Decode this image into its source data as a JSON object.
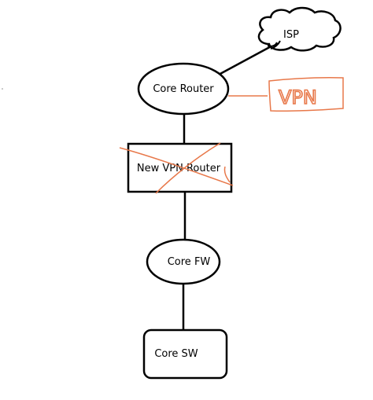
{
  "diagram": {
    "nodes": {
      "isp": {
        "label": "ISP",
        "shape": "cloud"
      },
      "core_router": {
        "label": "Core Router",
        "shape": "ellipse"
      },
      "new_vpn_router": {
        "label": "New VPN Router",
        "shape": "rectangle",
        "crossed_out": true
      },
      "core_fw": {
        "label": "Core FW",
        "shape": "ellipse"
      },
      "core_sw": {
        "label": "Core SW",
        "shape": "rounded-rectangle"
      }
    },
    "links": [
      {
        "from": "core_router",
        "to": "isp"
      },
      {
        "from": "core_router",
        "to": "new_vpn_router"
      },
      {
        "from": "new_vpn_router",
        "to": "core_fw"
      },
      {
        "from": "core_fw",
        "to": "core_sw"
      }
    ],
    "annotation": {
      "text": "VPN",
      "attached_to": "core_router",
      "style": "handwritten"
    }
  },
  "colors": {
    "line": "#000000",
    "annotation": "#e8784a",
    "background": "#ffffff"
  }
}
